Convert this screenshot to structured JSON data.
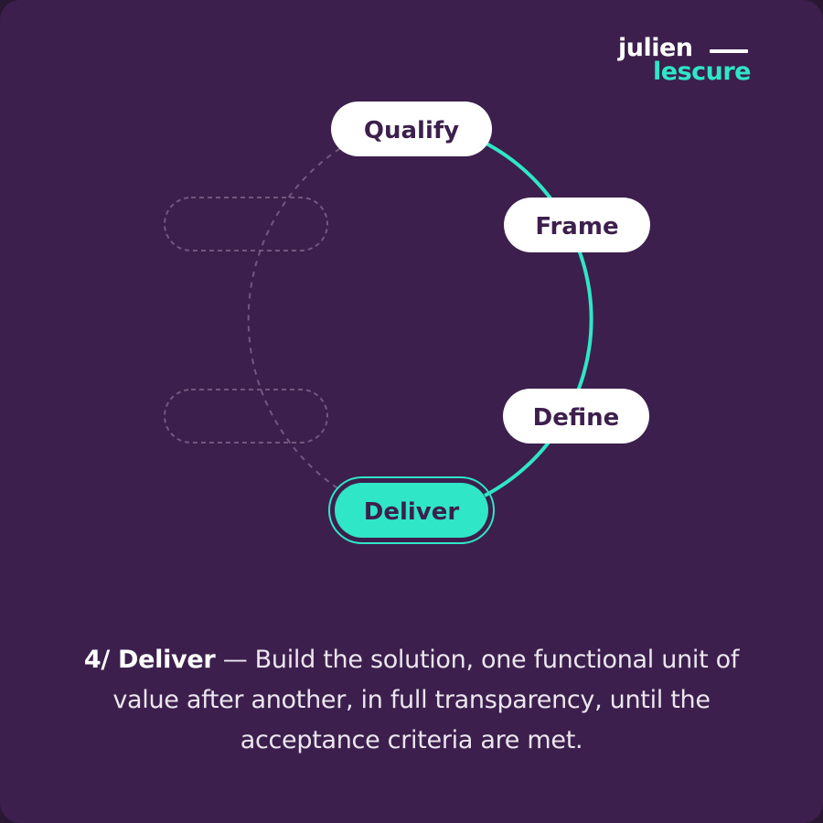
{
  "logo": {
    "line1": "julien",
    "line2": "lescure"
  },
  "diagram": {
    "steps": [
      {
        "label": "Qualify",
        "state": "done"
      },
      {
        "label": "Frame",
        "state": "done"
      },
      {
        "label": "Define",
        "state": "done"
      },
      {
        "label": "Deliver",
        "state": "active"
      }
    ],
    "placeholder_count": 2
  },
  "caption": {
    "lead": "4/ Deliver",
    "text": " — Build the solution, one functional unit of value after another, in full transparency, until the acceptance criteria are met."
  },
  "colors": {
    "background": "#3d1f4d",
    "accent": "#2fe6c6",
    "node_fill": "#ffffff",
    "node_text": "#3d1f4d",
    "placeholder": "#6f5a7e"
  }
}
